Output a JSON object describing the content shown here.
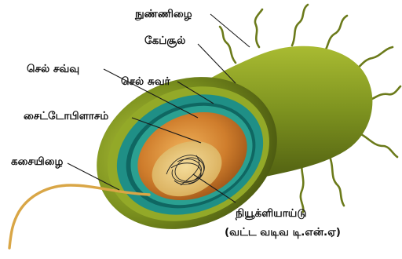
{
  "labels": {
    "pili": "நுண்ணிழை",
    "capsule": "கேப்சூல்",
    "cell_membrane": "செல் சவ்வு",
    "cell_wall": "செல் சுவர்",
    "cytoplasm": "சைட்டோபிளாசம்",
    "flagellum": "கசையிழை",
    "nucleoid_line1": "நியூக்ளியாய்டு",
    "nucleoid_line2": "(வட்ட வடிவ டி.என்.ஏ)"
  },
  "colors": {
    "capsule_dark": "#5c6e14",
    "capsule_light": "#9fb22c",
    "cell_wall": "#8aa024",
    "membrane_teal": "#1f8f86",
    "membrane_dark": "#0d5e5a",
    "cytoplasm": "#c9782a",
    "cytoplasm_light": "#e7a24a",
    "nucleoid": "#e6c57a",
    "flagellum": "#d9a646",
    "pili": "#6b7a1a"
  }
}
